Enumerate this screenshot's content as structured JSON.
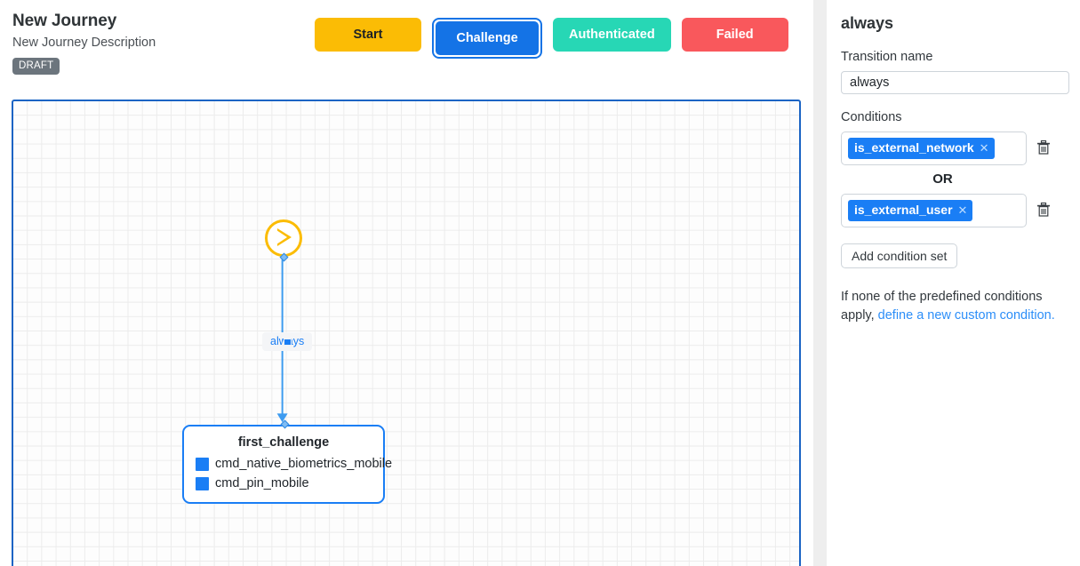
{
  "header": {
    "title": "New Journey",
    "description": "New Journey Description",
    "status_badge": "DRAFT"
  },
  "state_buttons": [
    {
      "label": "Start",
      "color": "#FBBC05",
      "text_color": "#1d2125",
      "focused": false
    },
    {
      "label": "Challenge",
      "color": "#1473E6",
      "text_color": "#ffffff",
      "focused": true
    },
    {
      "label": "Authenticated",
      "color": "#27D7B5",
      "text_color": "#ffffff",
      "focused": false
    },
    {
      "label": "Failed",
      "color": "#F9585C",
      "text_color": "#ffffff",
      "focused": false
    }
  ],
  "canvas": {
    "start_node": {
      "icon": "play-icon",
      "color": "#FBBC05"
    },
    "edge": {
      "label": "always",
      "color": "#1a7ef5"
    },
    "challenge_node": {
      "title": "first_challenge",
      "border_color": "#1a7ef5",
      "items": [
        {
          "label": "cmd_native_biometrics_mobile",
          "swatch_color": "#1a7ef5"
        },
        {
          "label": "cmd_pin_mobile",
          "swatch_color": "#1a7ef5"
        }
      ]
    }
  },
  "panel": {
    "title": "always",
    "transition_name": {
      "label": "Transition name",
      "value": "always",
      "placeholder": "Transition name"
    },
    "conditions": {
      "label": "Conditions",
      "or_text": "OR",
      "sets": [
        {
          "tag": "is_external_network",
          "remove_icon": "close-icon",
          "delete_icon": "trash-icon"
        },
        {
          "tag": "is_external_user",
          "remove_icon": "close-icon",
          "delete_icon": "trash-icon"
        }
      ]
    },
    "add_condition_set_label": "Add condition set",
    "custom_condition": {
      "text_before": "If none of the predefined conditions apply, ",
      "link_text": "define a new custom condition.",
      "link_color": "#2c8ef8"
    }
  }
}
